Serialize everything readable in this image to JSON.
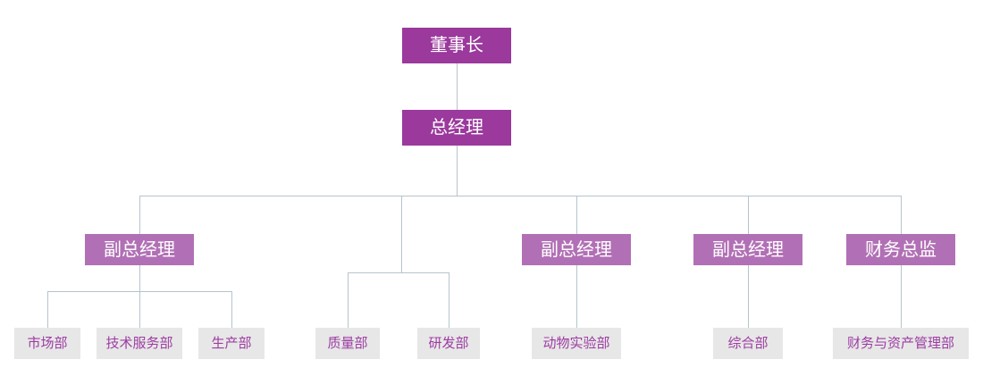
{
  "org_chart": {
    "type": "org-chart",
    "colors": {
      "level12_fill": "#9b399d",
      "level3_fill": "#b170b5",
      "dept_fill": "#e7e7e7",
      "dept_text": "#9d3ca3",
      "header_text": "#ffffff",
      "connector": "#b5c4cd"
    },
    "nodes": {
      "chairman": {
        "label": "董事长",
        "level": 1
      },
      "general_manager": {
        "label": "总经理",
        "level": 2
      },
      "deputy_gm_1": {
        "label": "副总经理",
        "level": 3
      },
      "deputy_gm_2": {
        "label": "副总经理",
        "level": 3
      },
      "deputy_gm_3": {
        "label": "副总经理",
        "level": 3
      },
      "finance_director": {
        "label": "财务总监",
        "level": 3
      },
      "marketing": {
        "label": "市场部",
        "level": 4
      },
      "tech_service": {
        "label": "技术服务部",
        "level": 4
      },
      "production": {
        "label": "生产部",
        "level": 4
      },
      "quality": {
        "label": "质量部",
        "level": 4
      },
      "rnd": {
        "label": "研发部",
        "level": 4
      },
      "animal_lab": {
        "label": "动物实验部",
        "level": 4
      },
      "general_affairs": {
        "label": "综合部",
        "level": 4
      },
      "finance_asset": {
        "label": "财务与资产管理部",
        "level": 4
      }
    },
    "edges": [
      [
        "chairman",
        "general_manager"
      ],
      [
        "general_manager",
        "deputy_gm_1"
      ],
      [
        "general_manager",
        "quality"
      ],
      [
        "general_manager",
        "rnd"
      ],
      [
        "general_manager",
        "deputy_gm_2"
      ],
      [
        "general_manager",
        "deputy_gm_3"
      ],
      [
        "general_manager",
        "finance_director"
      ],
      [
        "deputy_gm_1",
        "marketing"
      ],
      [
        "deputy_gm_1",
        "tech_service"
      ],
      [
        "deputy_gm_1",
        "production"
      ],
      [
        "deputy_gm_2",
        "animal_lab"
      ],
      [
        "deputy_gm_3",
        "general_affairs"
      ],
      [
        "finance_director",
        "finance_asset"
      ]
    ],
    "notes": "quality and rnd hang from an unlabeled junction below the main rail"
  }
}
